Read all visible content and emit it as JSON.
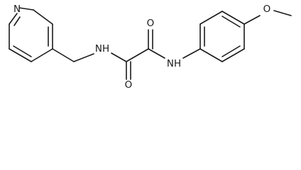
{
  "molecule": {
    "atoms": {
      "pyridine_n": "N",
      "amide_nh_left": "NH",
      "amide_nh_right": "NH",
      "carbonyl_o_top": "O",
      "carbonyl_o_bottom": "O",
      "methoxy_o": "O"
    }
  }
}
